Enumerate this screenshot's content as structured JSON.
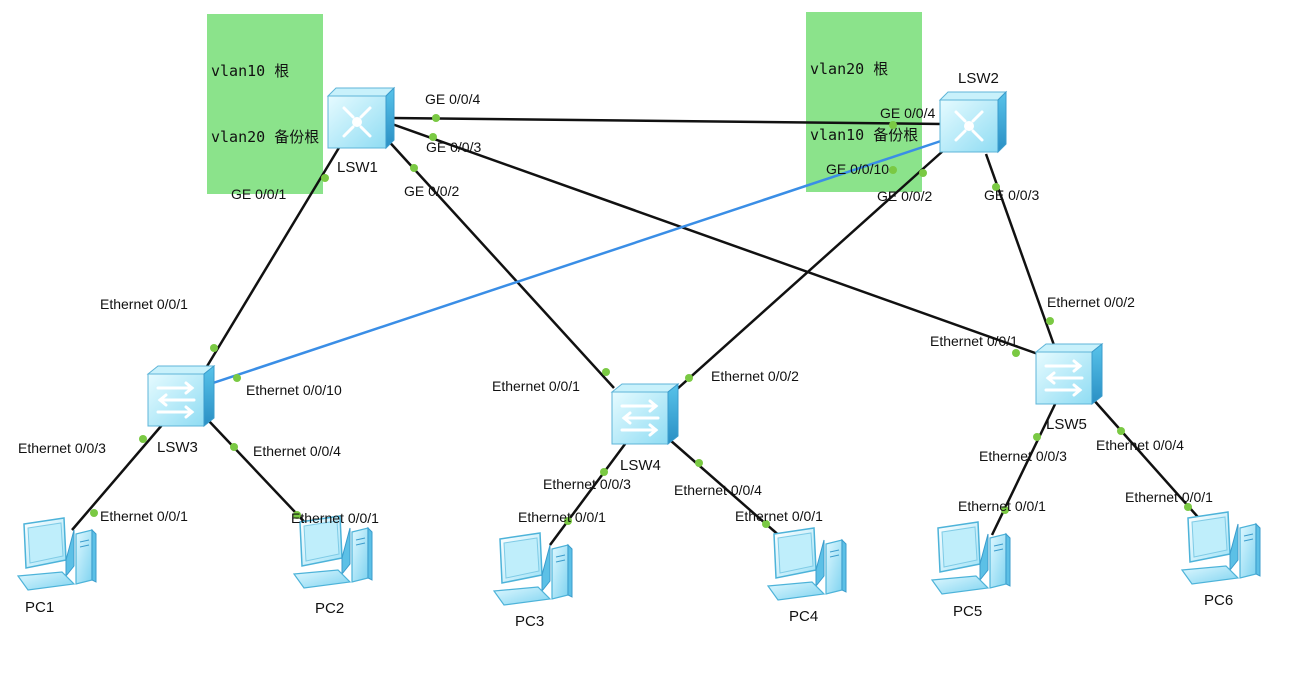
{
  "notes": {
    "lsw1": [
      "vlan10 根",
      "vlan20 备份根"
    ],
    "lsw2": [
      "vlan20 根",
      "vlan10 备份根"
    ]
  },
  "devices": {
    "lsw1": "LSW1",
    "lsw2": "LSW2",
    "lsw3": "LSW3",
    "lsw4": "LSW4",
    "lsw5": "LSW5",
    "pc1": "PC1",
    "pc2": "PC2",
    "pc3": "PC3",
    "pc4": "PC4",
    "pc5": "PC5",
    "pc6": "PC6"
  },
  "ports": {
    "lsw1_g004": "GE 0/0/4",
    "lsw1_g003": "GE 0/0/3",
    "lsw1_g002": "GE 0/0/2",
    "lsw1_g001": "GE 0/0/1",
    "lsw2_g004": "GE 0/0/4",
    "lsw2_g0010": "GE 0/0/10",
    "lsw2_g002": "GE 0/0/2",
    "lsw2_g003": "GE 0/0/3",
    "lsw3_e001": "Ethernet 0/0/1",
    "lsw3_e0010": "Ethernet 0/0/10",
    "lsw3_e003": "Ethernet 0/0/3",
    "lsw3_e004": "Ethernet 0/0/4",
    "lsw4_e001": "Ethernet 0/0/1",
    "lsw4_e002": "Ethernet 0/0/2",
    "lsw4_e003": "Ethernet 0/0/3",
    "lsw4_e004": "Ethernet 0/0/4",
    "lsw5_e002": "Ethernet 0/0/2",
    "lsw5_e001": "Ethernet 0/0/1",
    "lsw5_e003": "Ethernet 0/0/3",
    "lsw5_e004": "Ethernet 0/0/4",
    "pc1_e001": "Ethernet 0/0/1",
    "pc2_e001": "Ethernet 0/0/1",
    "pc3_e001": "Ethernet 0/0/1",
    "pc4_e001": "Ethernet 0/0/1",
    "pc5_e001": "Ethernet 0/0/1",
    "pc6_e001": "Ethernet 0/0/1"
  },
  "colors": {
    "link": "#111111",
    "highlight_link": "#3a8ee6",
    "port_dot": "#7ac943",
    "note_bg": "#8be38b"
  }
}
